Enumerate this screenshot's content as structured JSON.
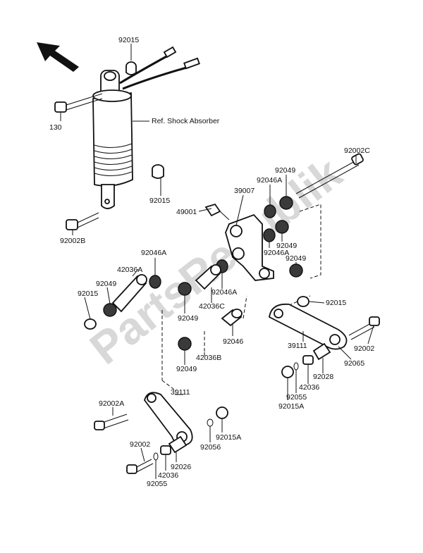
{
  "watermark": "PartsRepublik",
  "icons": {
    "direction_arrow": "front-direction-arrow-icon"
  },
  "labels": {
    "n92015_top": "92015",
    "n130": "130",
    "ref_shock": "Ref. Shock Absorber",
    "n92015_mid": "92015",
    "n92002B": "92002B",
    "n92002C": "92002C",
    "n92049_top": "92049",
    "n92046A_top": "92046A",
    "n39007": "39007",
    "n49001": "49001",
    "n92049_r": "92049",
    "n92046A_r": "92046A",
    "n92049_r2": "92049",
    "n92046A_l": "92046A",
    "n42036A": "42036A",
    "n92049_l": "92049",
    "n92015_l": "92015",
    "n92046A_c": "92046A",
    "n42036C": "42036C",
    "n92049_c": "92049",
    "n92046": "92046",
    "n92015_r": "92015",
    "n39111_r": "39111",
    "n92002": "92002",
    "n42036B": "42036B",
    "n92049_b": "92049",
    "n92065": "92065",
    "n92028_r": "92028",
    "n42036_r": "42036",
    "n92055_r": "92055",
    "n92015A_r": "92015A",
    "n39111_b": "39111",
    "n92002A": "92002A",
    "n92002_b": "92002",
    "n92056": "92056",
    "n92015A_b": "92015A",
    "n92026": "92026",
    "n42036_b": "42036",
    "n92055_b": "92055"
  }
}
